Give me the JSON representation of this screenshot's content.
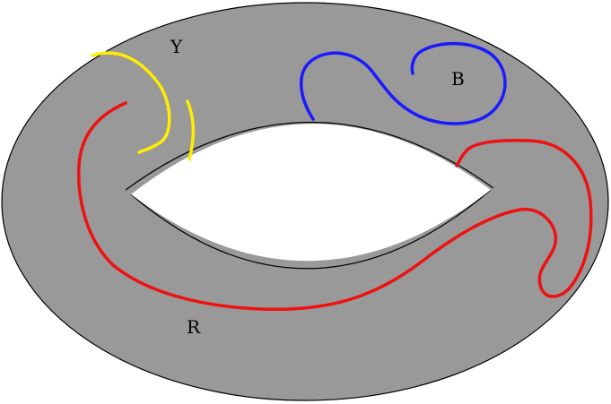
{
  "labels": {
    "yellow": "Y",
    "blue": "B",
    "red": "R"
  },
  "colors": {
    "torus_fill": "#999999",
    "outline": "#000000",
    "hole_fill": "#ffffff",
    "yellow": "#ffee00",
    "blue": "#1a1aff",
    "red": "#ee1111"
  },
  "curves": [
    {
      "name": "yellow-curve",
      "color": "yellow"
    },
    {
      "name": "blue-curve",
      "color": "blue"
    },
    {
      "name": "red-curve",
      "color": "red"
    }
  ]
}
